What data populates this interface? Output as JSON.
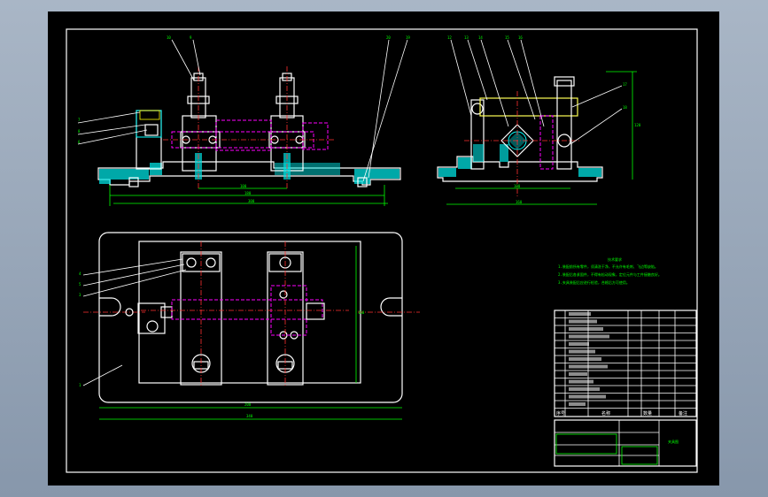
{
  "drawing": {
    "tech_title": "技术要求",
    "tech_notes": [
      "1.装配前所有零件，须清洗干净，不允许有毛刺、飞边等缺陷。",
      "2.装配后各紧固件，不得有松动现象，定位元件与工件接触良好。",
      "3.夹具装配后应进行检验，合格后方可使用。"
    ],
    "part_labels": [
      "10",
      "9",
      "7",
      "8",
      "6",
      "20",
      "19",
      "12",
      "13",
      "14",
      "15",
      "16",
      "17",
      "18",
      "4",
      "5",
      "3",
      "1"
    ],
    "table_header": [
      "序号",
      "名称",
      "数量",
      "备注"
    ],
    "title_block_name": "夹具图",
    "colors": {
      "background": "#000000",
      "outline": "#ffffff",
      "hatch": "#00ffff",
      "dimension": "#00ff00",
      "hidden": "#ff00ff",
      "centerline": "#ff3030",
      "frame": "#a9b6c6"
    }
  }
}
